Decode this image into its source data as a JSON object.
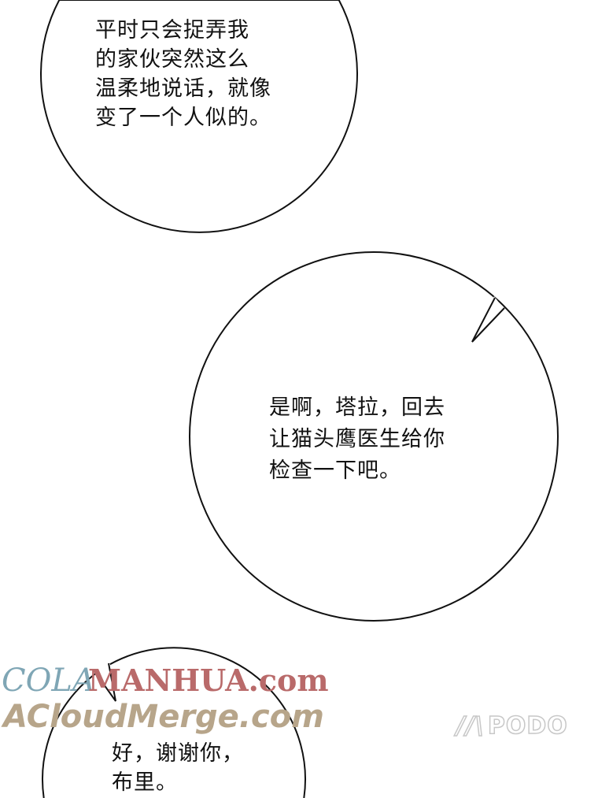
{
  "bubbles": [
    {
      "lines": [
        "平时只会捉弄我",
        "的家伙突然这么",
        "温柔地说话，就像",
        "变了一个人似的。"
      ]
    },
    {
      "lines": [
        "是啊，塔拉，回去",
        "让猫头鹰医生给你",
        "检查一下吧。"
      ]
    },
    {
      "lines": [
        "好，谢谢你，",
        "布里。"
      ]
    }
  ],
  "watermarks": {
    "cola": "COLA",
    "manhua": "MANHUA.com",
    "acloud": "ACloudMerge.com",
    "podo": "PODO"
  },
  "colors": {
    "cola": "#7fa6b5",
    "manhua": "#b96a6a",
    "acloud": "#b7a58a",
    "podo": "#c8c8c8"
  }
}
